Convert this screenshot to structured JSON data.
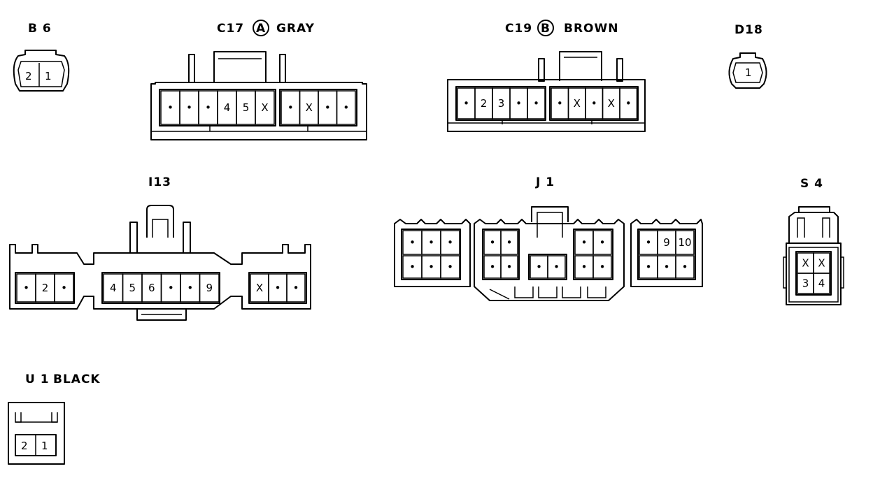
{
  "connectors": {
    "b6": {
      "id": "B 6",
      "pins": [
        "2",
        "1"
      ]
    },
    "c17": {
      "id": "C17",
      "circle": "A",
      "color": "GRAY",
      "pins": [
        "•",
        "•",
        "•",
        "4",
        "5",
        "X",
        "•",
        "X",
        "•",
        "•"
      ]
    },
    "c19": {
      "id": "C19",
      "circle": "B",
      "color": "BROWN",
      "pins": [
        "•",
        "2",
        "3",
        "•",
        "•",
        "•",
        "X",
        "•",
        "X",
        "•"
      ]
    },
    "d18": {
      "id": "D18",
      "pins": [
        "1"
      ]
    },
    "i13": {
      "id": "I13",
      "pins": [
        "•",
        "2",
        "•",
        "4",
        "5",
        "6",
        "•",
        "•",
        "9",
        "X",
        "•",
        "•"
      ]
    },
    "j1": {
      "id": "J 1",
      "top": [
        "•",
        "•",
        "•",
        "•",
        "•",
        "•",
        "•",
        "•",
        "9",
        "10"
      ],
      "bottom": [
        "•",
        "•",
        "•",
        "•",
        "•",
        "•",
        "•",
        "•",
        "•",
        "•",
        "•",
        "•"
      ]
    },
    "s4": {
      "id": "S 4",
      "pins": [
        "X",
        "X",
        "3",
        "4"
      ]
    },
    "u1": {
      "id": "U 1",
      "color": "BLACK",
      "pins": [
        "2",
        "1"
      ]
    }
  }
}
